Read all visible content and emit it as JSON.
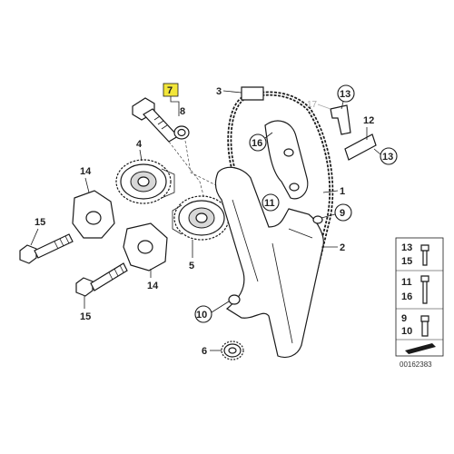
{
  "callouts": {
    "c1": "1",
    "c2": "2",
    "c3": "3",
    "c4": "4",
    "c5": "5",
    "c6": "6",
    "c7": "7",
    "c8": "8",
    "c9": "9",
    "c10": "10",
    "c11": "11",
    "c12": "12",
    "c13a": "13",
    "c13b": "13",
    "c14a": "14",
    "c14b": "14",
    "c15a": "15",
    "c15b": "15",
    "c16": "16",
    "c17": "17"
  },
  "legend": {
    "row1": [
      "13",
      "15"
    ],
    "row2": [
      "11",
      "16"
    ],
    "row3": [
      "9",
      "10"
    ]
  },
  "diagram_code": "00162383",
  "colors": {
    "highlight": "#f2e63a",
    "ink": "#1a1a1a",
    "faded": "#aaaaaa"
  }
}
